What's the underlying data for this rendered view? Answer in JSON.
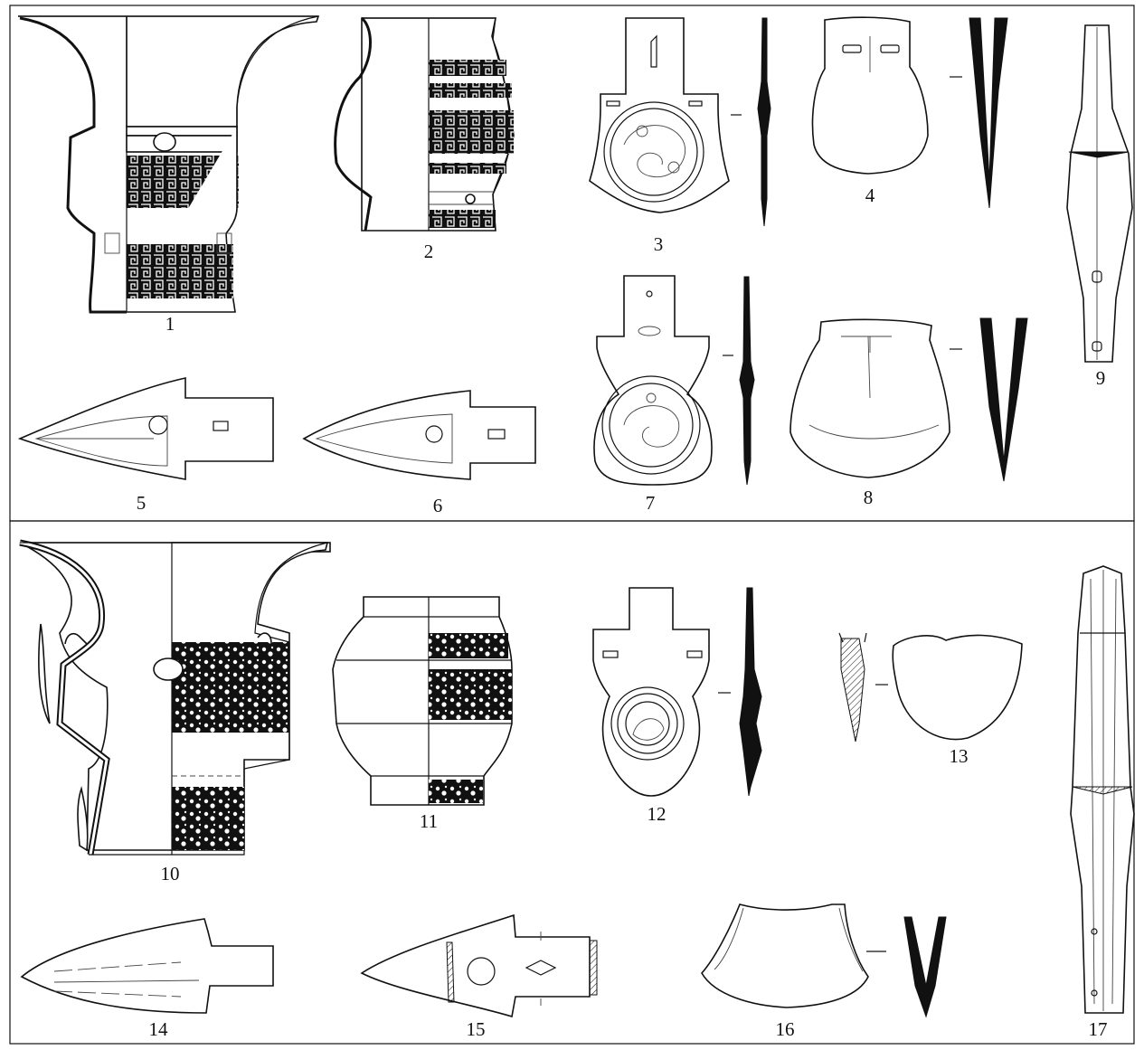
{
  "plate": {
    "figures": [
      {
        "num": "1"
      },
      {
        "num": "2"
      },
      {
        "num": "3"
      },
      {
        "num": "4"
      },
      {
        "num": "5"
      },
      {
        "num": "6"
      },
      {
        "num": "7"
      },
      {
        "num": "8"
      },
      {
        "num": "9"
      },
      {
        "num": "10"
      },
      {
        "num": "11"
      },
      {
        "num": "12"
      },
      {
        "num": "13"
      },
      {
        "num": "14"
      },
      {
        "num": "15"
      },
      {
        "num": "16"
      },
      {
        "num": "17"
      }
    ]
  }
}
